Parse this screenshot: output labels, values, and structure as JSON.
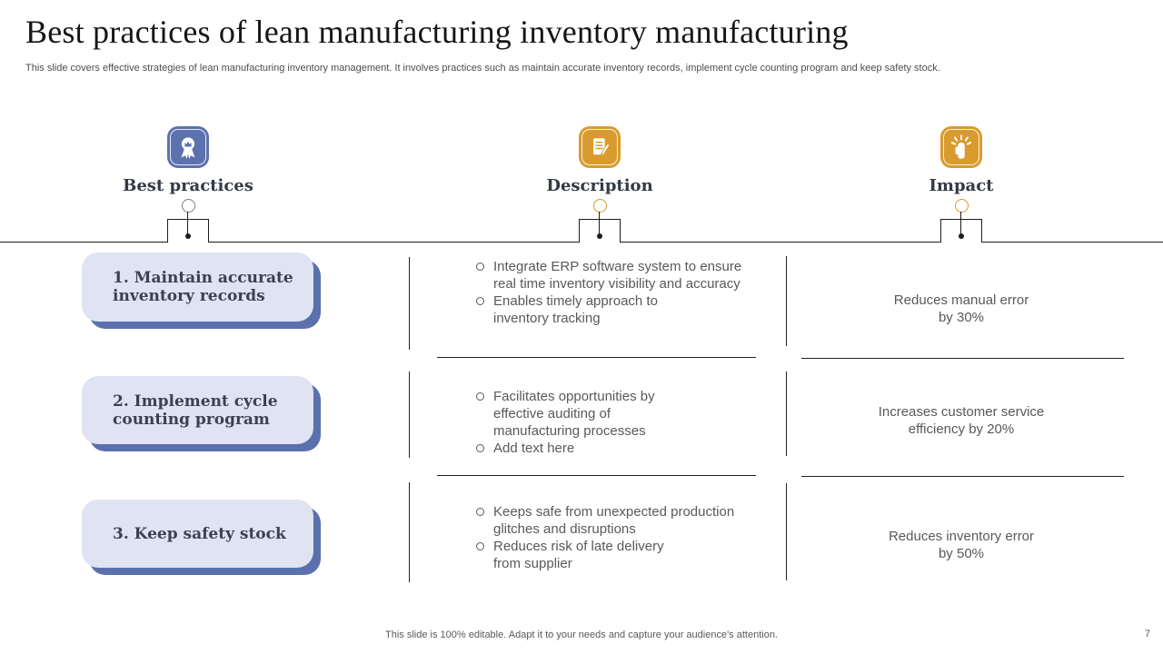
{
  "slide": {
    "title": "Best practices of lean manufacturing inventory manufacturing",
    "subtitle": "This slide covers effective strategies of lean manufacturing inventory management. It involves practices such as maintain accurate inventory records, implement cycle counting program and keep safety stock.",
    "footer": "This slide is 100% editable. Adapt it to your needs and capture your audience's attention.",
    "page_number": "7"
  },
  "colors": {
    "accent_blue": "#5b72ae",
    "accent_orange": "#d99b2e",
    "practice_box_fill": "#dfe3f2",
    "practice_box_shadow": "#5b71ad",
    "heading_text": "#333a45",
    "body_text": "#595959",
    "line": "#1c1c1c"
  },
  "columns": [
    {
      "label": "Best practices",
      "icon": "award-ribbon-icon",
      "tile_color": "#5b72ae",
      "connector_circle_color": "#7f7f7f"
    },
    {
      "label": "Description",
      "icon": "document-pencil-icon",
      "tile_color": "#d99b2e",
      "connector_circle_color": "#d99b2e"
    },
    {
      "label": "Impact",
      "icon": "fist-impact-icon",
      "tile_color": "#d99b2e",
      "connector_circle_color": "#d99b2e"
    }
  ],
  "rows": [
    {
      "practice": "1. Maintain accurate\ninventory records",
      "bullets": [
        "Integrate ERP software system to ensure\nreal time inventory visibility and accuracy",
        "Enables timely approach to\ninventory tracking"
      ],
      "impact": "Reduces manual error\nby 30%"
    },
    {
      "practice": "2. Implement cycle\ncounting program",
      "bullets": [
        "Facilitates opportunities by\neffective auditing of\nmanufacturing processes",
        "Add text here"
      ],
      "impact": "Increases customer service\nefficiency by 20%"
    },
    {
      "practice": "3. Keep safety stock",
      "bullets": [
        "Keeps safe from unexpected production\nglitches and disruptions",
        "Reduces risk of late delivery\nfrom supplier"
      ],
      "impact": "Reduces inventory error\nby 50%"
    }
  ]
}
